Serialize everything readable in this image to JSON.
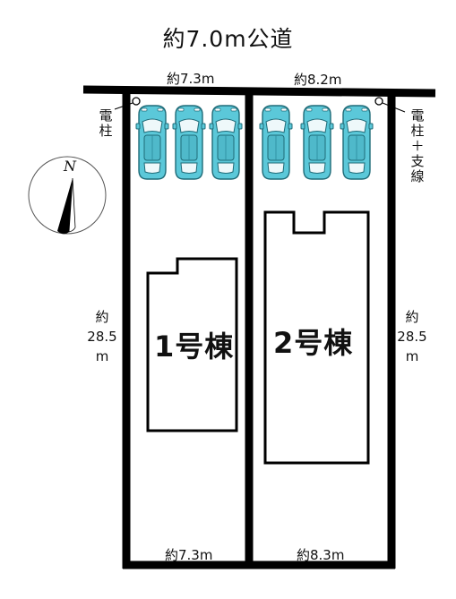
{
  "road": {
    "label": "約7.0m公道"
  },
  "frontage": {
    "lot1_top": "約7.3m",
    "lot2_top": "約8.2m",
    "lot1_bottom": "約7.3m",
    "lot2_bottom": "約8.3m"
  },
  "sides": {
    "left": {
      "line1": "約",
      "line2": "28.5",
      "line3": "m"
    },
    "right": {
      "line1": "約",
      "line2": "28.5",
      "line3": "m"
    }
  },
  "poles": {
    "left": {
      "line1": "電",
      "line2": "柱"
    },
    "right": {
      "line1": "電",
      "line2": "柱",
      "line3": "＋",
      "line4": "支",
      "line5": "線"
    }
  },
  "compass": {
    "label": "N"
  },
  "buildings": {
    "one": "1号棟",
    "two": "2号棟"
  },
  "car_color": "#5bc8d9"
}
